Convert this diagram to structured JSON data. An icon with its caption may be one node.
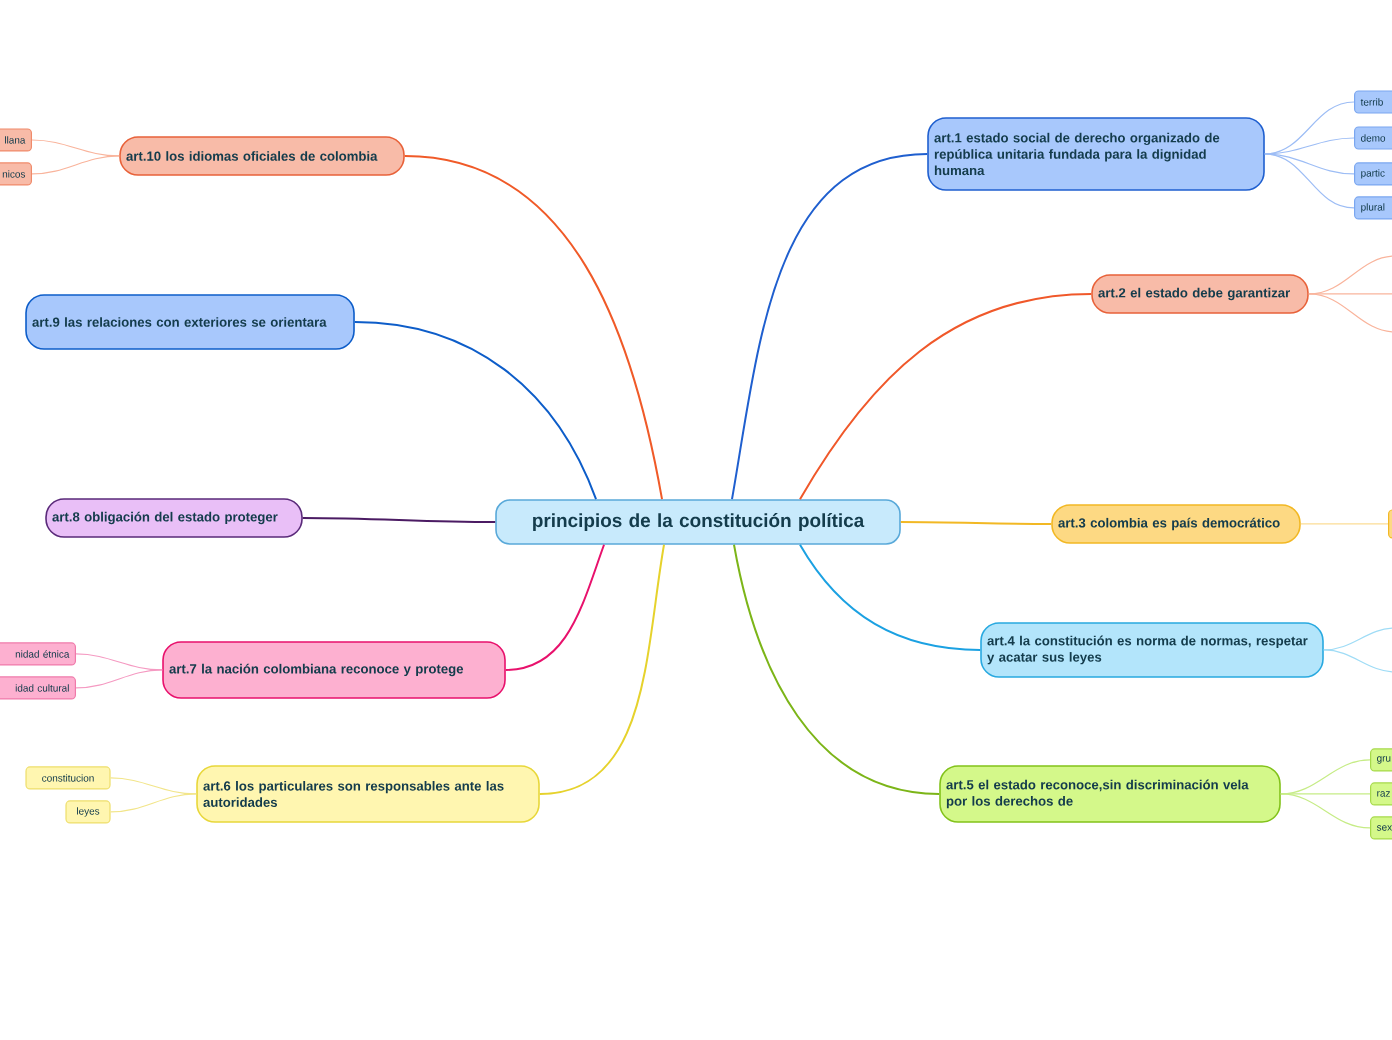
{
  "diagram": {
    "nodes": [
      {
        "text": [
          "principios de la constitución política"
        ]
      },
      {
        "text": [
          "art.1 estado social de derecho organizado de república unitaria fundada para la dignidad humana"
        ]
      },
      {
        "text": [
          "art.2 el estado debe garantizar"
        ]
      },
      {
        "text": [
          "art.3 colombia es país democrático"
        ]
      },
      {
        "text": [
          "art.4 la constitución es norma de normas, respetar y acatar sus leyes"
        ]
      },
      {
        "text": [
          "art.5 el estado reconoce,sin discriminación vela por los derechos de"
        ]
      },
      {
        "text": [
          "art.6 los particulares son responsables ante las autoridades"
        ]
      },
      {
        "text": [
          "art.7 la nación colombiana reconoce y protege"
        ]
      },
      {
        "text": [
          "art.8 obligación del estado proteger"
        ]
      },
      {
        "text": [
          "art.9 las relaciones con exteriores se orientara"
        ]
      },
      {
        "text": [
          "art.10 los idiomas oficiales de colombia"
        ]
      },
      {
        "text": [
          "terrib"
        ]
      },
      {
        "text": [
          "demo"
        ]
      },
      {
        "text": [
          "partic"
        ]
      },
      {
        "text": [
          "plural"
        ]
      },
      {
        "text": [],
        "shape": "box"
      },
      {
        "text": [
          "gru"
        ]
      },
      {
        "text": [
          "raz"
        ]
      },
      {
        "text": [
          "sex"
        ]
      },
      {
        "text": [
          "constitucion"
        ]
      },
      {
        "text": [
          "leyes"
        ]
      },
      {
        "text": [
          "nidad étnica"
        ]
      },
      {
        "text": [
          "idad cultural"
        ]
      },
      {
        "text": [
          "llana"
        ]
      },
      {
        "text": [
          "nicos"
        ]
      }
    ],
    "edges": [
      {
        "from": 0,
        "to": 1,
        "arrow": "none",
        "color": "#1f5fcf"
      },
      {
        "from": 0,
        "to": 2,
        "arrow": "none",
        "color": "#f0582a"
      },
      {
        "from": 0,
        "to": 3,
        "arrow": "none",
        "color": "#f2b824"
      },
      {
        "from": 0,
        "to": 4,
        "arrow": "none",
        "color": "#1ba1e2"
      },
      {
        "from": 0,
        "to": 5,
        "arrow": "none",
        "color": "#7cb518"
      },
      {
        "from": 0,
        "to": 6,
        "arrow": "none",
        "color": "#e6d22c"
      },
      {
        "from": 0,
        "to": 7,
        "arrow": "none",
        "color": "#e8116c"
      },
      {
        "from": 0,
        "to": 8,
        "arrow": "none",
        "color": "#4b1b63"
      },
      {
        "from": 0,
        "to": 9,
        "arrow": "none",
        "color": "#0d5dc9"
      },
      {
        "from": 0,
        "to": 10,
        "arrow": "none",
        "color": "#f05a28"
      },
      {
        "from": 1,
        "to": 11,
        "arrow": "none",
        "color": "#9dbdf5"
      },
      {
        "from": 1,
        "to": 12,
        "arrow": "none",
        "color": "#9dbdf5"
      },
      {
        "from": 1,
        "to": 13,
        "arrow": "none",
        "color": "#9dbdf5"
      },
      {
        "from": 1,
        "to": 14,
        "arrow": "none",
        "color": "#9dbdf5"
      },
      {
        "from": 2,
        "to": null,
        "arrow": "none",
        "color": "#f9b49c"
      },
      {
        "from": 2,
        "to": null,
        "arrow": "none",
        "color": "#f9b49c"
      },
      {
        "from": 2,
        "to": null,
        "arrow": "none",
        "color": "#f9b49c"
      },
      {
        "from": 3,
        "to": 15,
        "arrow": "none",
        "color": "#fbdc95"
      },
      {
        "from": 4,
        "to": null,
        "arrow": "none",
        "color": "#9fdcf6"
      },
      {
        "from": 4,
        "to": null,
        "arrow": "none",
        "color": "#9fdcf6"
      },
      {
        "from": 5,
        "to": 16,
        "arrow": "none",
        "color": "#c6ec86"
      },
      {
        "from": 5,
        "to": 17,
        "arrow": "none",
        "color": "#c6ec86"
      },
      {
        "from": 5,
        "to": 18,
        "arrow": "none",
        "color": "#c6ec86"
      },
      {
        "from": 6,
        "to": 19,
        "arrow": "none",
        "color": "#f2e58a"
      },
      {
        "from": 6,
        "to": 20,
        "arrow": "none",
        "color": "#f2e58a"
      },
      {
        "from": 7,
        "to": 21,
        "arrow": "none",
        "color": "#f59ac2"
      },
      {
        "from": 7,
        "to": 22,
        "arrow": "none",
        "color": "#f59ac2"
      },
      {
        "from": 10,
        "to": 23,
        "arrow": "none",
        "color": "#f9b49c"
      },
      {
        "from": 10,
        "to": 24,
        "arrow": "none",
        "color": "#f9b49c"
      }
    ]
  }
}
